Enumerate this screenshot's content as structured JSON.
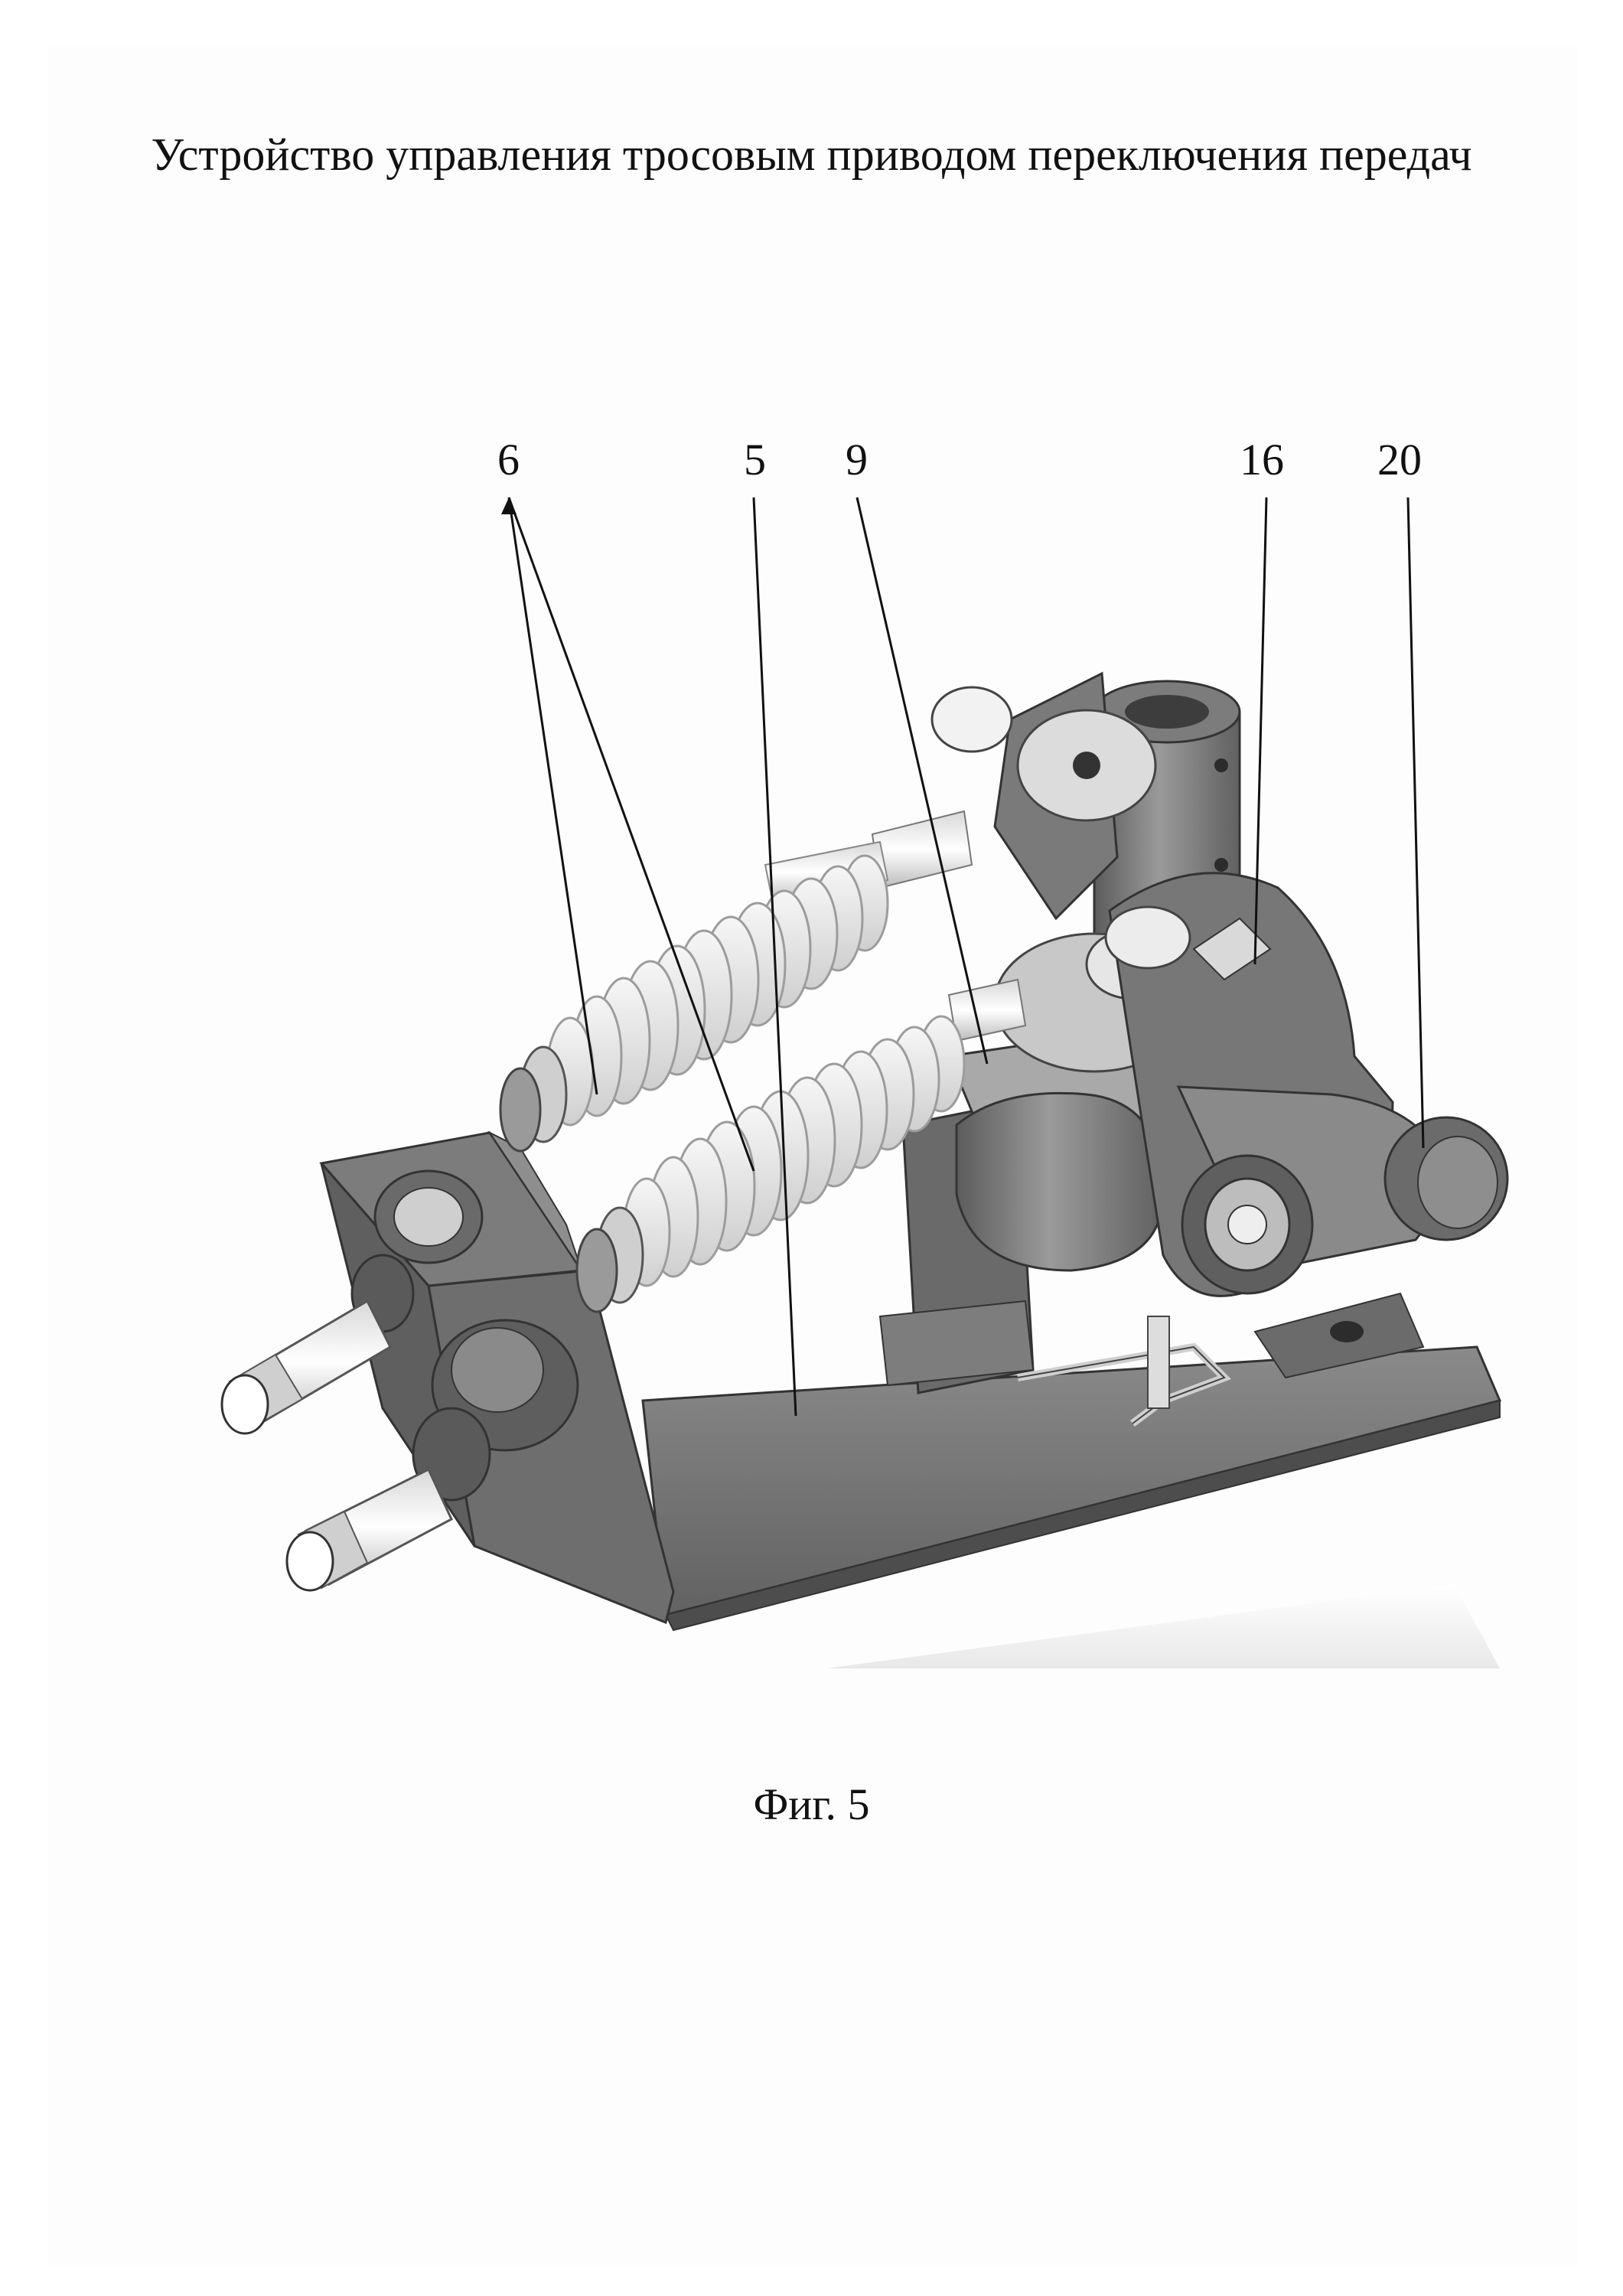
{
  "document": {
    "title": "Устройство управления тросовым приводом переключения передач",
    "caption": "Фиг. 5"
  },
  "figure": {
    "callouts": [
      {
        "id": "c6",
        "label": "6"
      },
      {
        "id": "c5",
        "label": "5"
      },
      {
        "id": "c9",
        "label": "9"
      },
      {
        "id": "c16",
        "label": "16"
      },
      {
        "id": "c20",
        "label": "20"
      }
    ]
  },
  "colors": {
    "ink": "#111111",
    "metal_dark": "#6f6f6f",
    "metal_mid": "#8a8a8a",
    "metal_light": "#b5b5b5",
    "boot_light": "#e9e9e9"
  }
}
